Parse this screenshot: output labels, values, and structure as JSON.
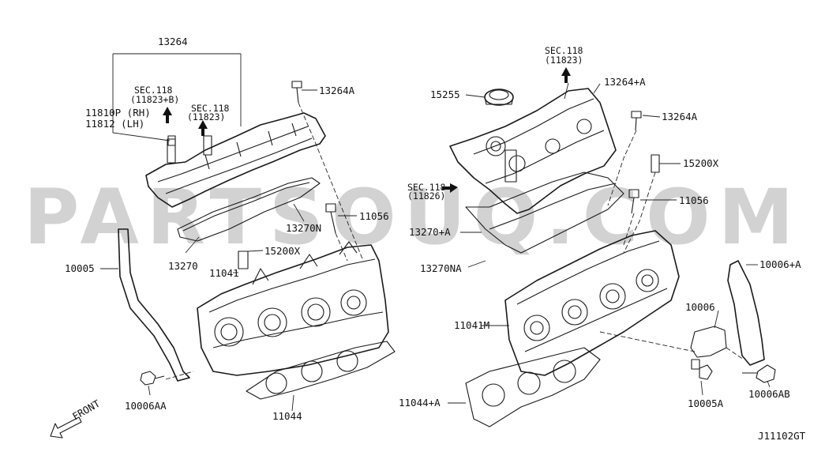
{
  "watermark": "PARTSOUQ.COM",
  "figure_code": "J11102GT",
  "front_label": "FRONT",
  "labels": {
    "p13264": "13264",
    "sec118_a1": "SEC.118",
    "sec118_a2": "(11823+B)",
    "sec118_b1": "SEC.118",
    "sec118_b2": "(11823)",
    "p11810p": "11810P (RH)",
    "p11812": "11812  (LH)",
    "p13264a_l": "13264A",
    "p11056_l": "11056",
    "p13270n": "13270N",
    "p13270": "13270",
    "p15200x_l": "15200X",
    "p11041": "11041",
    "p10005": "10005",
    "p10006aa": "10006AA",
    "p11044": "11044",
    "sec118_c1": "SEC.118",
    "sec118_c2": "(11823)",
    "p13264pa": "13264+A",
    "p15255": "15255",
    "p13264a_r": "13264A",
    "p15200x_r": "15200X",
    "sec118_d1": "SEC.118",
    "sec118_d2": "(11826)",
    "p11056_r": "11056",
    "p13270pa": "13270+A",
    "p13270na": "13270NA",
    "p11041m": "11041M",
    "p10006pa": "10006+A",
    "p10006": "10006",
    "p11044pa": "11044+A",
    "p10005a": "10005A",
    "p10006ab": "10006AB"
  }
}
